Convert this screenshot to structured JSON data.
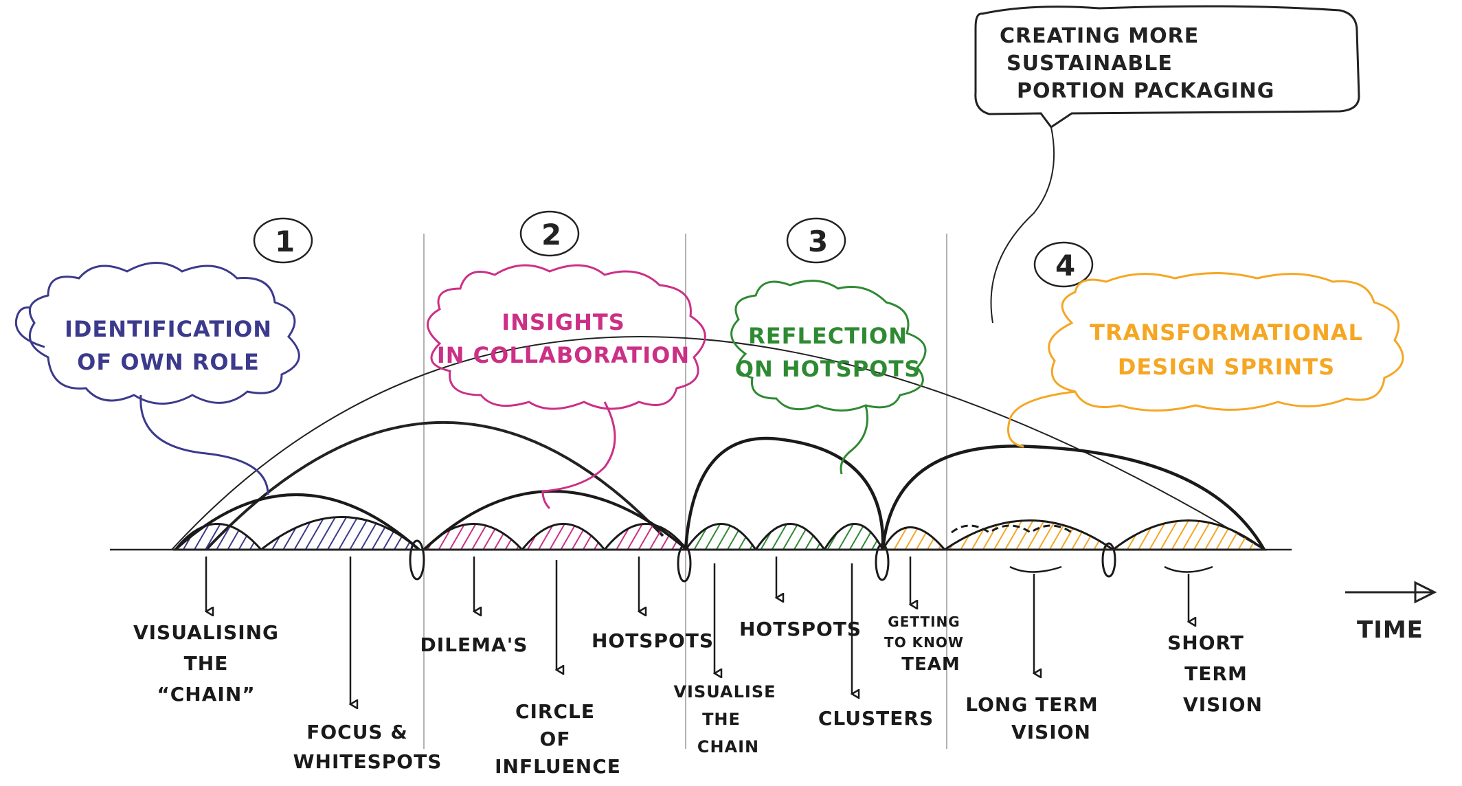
{
  "colors": {
    "ink": "#1a1a1a",
    "phase1": "#3b3a8c",
    "phase2": "#cc2f86",
    "phase3": "#2e8a32",
    "phase4": "#f5a623",
    "background": "#ffffff"
  },
  "callout": {
    "line1": "CREATING MORE",
    "line2": "SUSTAINABLE",
    "line3": "PORTION PACKAGING"
  },
  "phases": [
    {
      "number": "1",
      "line1": "IDENTIFICATION",
      "line2": "OF OWN ROLE",
      "color": "#3b3a8c"
    },
    {
      "number": "2",
      "line1": "INSIGHTS",
      "line2": "IN COLLABORATION",
      "color": "#cc2f86"
    },
    {
      "number": "3",
      "line1": "REFLECTION",
      "line2": "ON HOTSPOTS",
      "color": "#2e8a32"
    },
    {
      "number": "4",
      "line1": "TRANSFORMATIONAL",
      "line2": "DESIGN SPRINTS",
      "color": "#f5a623"
    }
  ],
  "steps": {
    "visualising": [
      "VISUALISING",
      "THE",
      "“CHAIN”"
    ],
    "focus": [
      "FOCUS &",
      "WHITESPOTS"
    ],
    "dilemmas": [
      "DILEMA'S"
    ],
    "circle": [
      "CIRCLE",
      "OF",
      "INFLUENCE"
    ],
    "hotspots2": [
      "HOTSPOTS"
    ],
    "visualise": [
      "VISUALISE",
      "THE",
      "CHAIN"
    ],
    "hotspots3": [
      "HOTSPOTS"
    ],
    "clusters": [
      "CLUSTERS"
    ],
    "getting": [
      "GETTING",
      "TO KNOW",
      "TEAM"
    ],
    "longterm": [
      "LONG TERM",
      "VISION"
    ],
    "shortterm": [
      "SHORT",
      "TERM",
      "VISION"
    ]
  },
  "axis": {
    "label": "TIME"
  }
}
